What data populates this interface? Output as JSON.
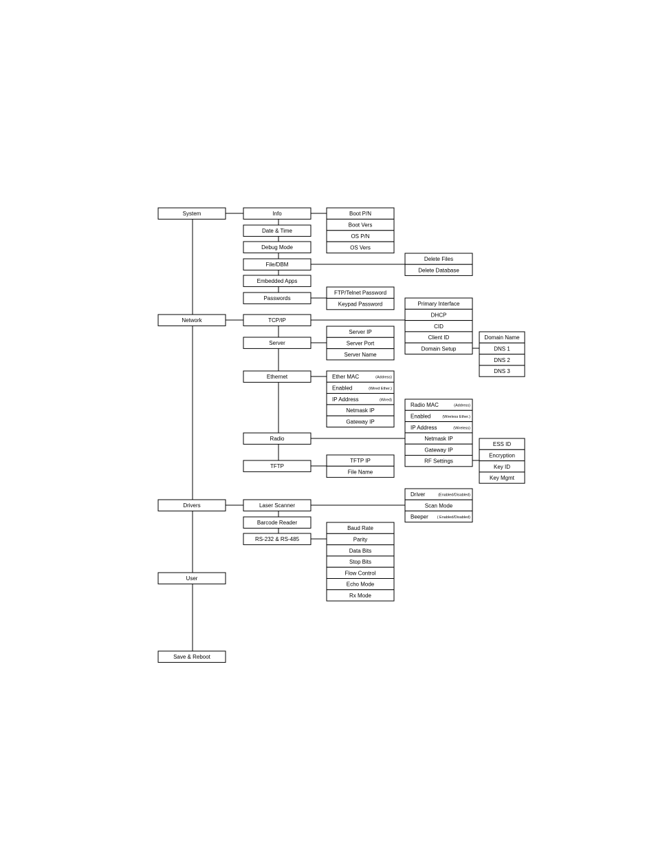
{
  "menu": {
    "level1": {
      "system": "System",
      "network": "Network",
      "drivers": "Drivers",
      "user": "User",
      "save_reboot": "Save & Reboot"
    },
    "system": {
      "info": "Info",
      "date_time": "Date & Time",
      "debug_mode": "Debug Mode",
      "file_dbm": "File/DBM",
      "embedded_apps": "Embedded Apps",
      "passwords": "Passwords"
    },
    "info_items": [
      "Boot P/N",
      "Boot Vers",
      "OS P/N",
      "OS Vers"
    ],
    "file_dbm_items": [
      "Delete Files",
      "Delete Database"
    ],
    "password_items": [
      "FTP/Telnet Password",
      "Keypad Password"
    ],
    "network": {
      "tcpip": "TCP/IP",
      "server": "Server",
      "ethernet": "Ethernet",
      "radio": "Radio",
      "tftp": "TFTP"
    },
    "tcpip_items": [
      "Primary Interface",
      "DHCP",
      "CID",
      "Client ID",
      "Domain Setup"
    ],
    "domain_items": [
      "Domain Name",
      "DNS 1",
      "DNS 2",
      "DNS 3"
    ],
    "server_items": [
      "Server IP",
      "Server Port",
      "Server Name"
    ],
    "ethernet_items": [
      {
        "label": "Ether MAC",
        "note": "(Address)"
      },
      {
        "label": "Enabled",
        "note": "(Wired Ether.)"
      },
      {
        "label": "IP Address",
        "note": "(Wired)"
      },
      {
        "label": "Netmask IP",
        "note": ""
      },
      {
        "label": "Gateway IP",
        "note": ""
      }
    ],
    "radio_items": [
      {
        "label": "Radio MAC",
        "note": "(Address)"
      },
      {
        "label": "Enabled",
        "note": "(Wireless Ether.)"
      },
      {
        "label": "IP Address",
        "note": "(Wireless)"
      },
      {
        "label": "Netmask IP",
        "note": ""
      },
      {
        "label": "Gateway IP",
        "note": ""
      },
      {
        "label": "RF Settings",
        "note": ""
      }
    ],
    "rf_items": [
      "ESS ID",
      "Encryption",
      "Key ID",
      "Key Mgmt"
    ],
    "tftp_items": [
      "TFTP IP",
      "File Name"
    ],
    "drivers": {
      "laser_scanner": "Laser Scanner",
      "barcode_reader": "Barcode Reader",
      "rs232": "RS-232 & RS-485"
    },
    "laser_items": [
      {
        "label": "Driver",
        "note": "(Enabled/Disabled)"
      },
      {
        "label": "Scan Mode",
        "note": ""
      },
      {
        "label": "Beeper",
        "note": "( Enabled/Disabled)"
      }
    ],
    "rs232_items": [
      "Baud Rate",
      "Parity",
      "Data Bits",
      "Stop Bits",
      "Flow Control",
      "Echo Mode",
      "Rx Mode"
    ]
  }
}
